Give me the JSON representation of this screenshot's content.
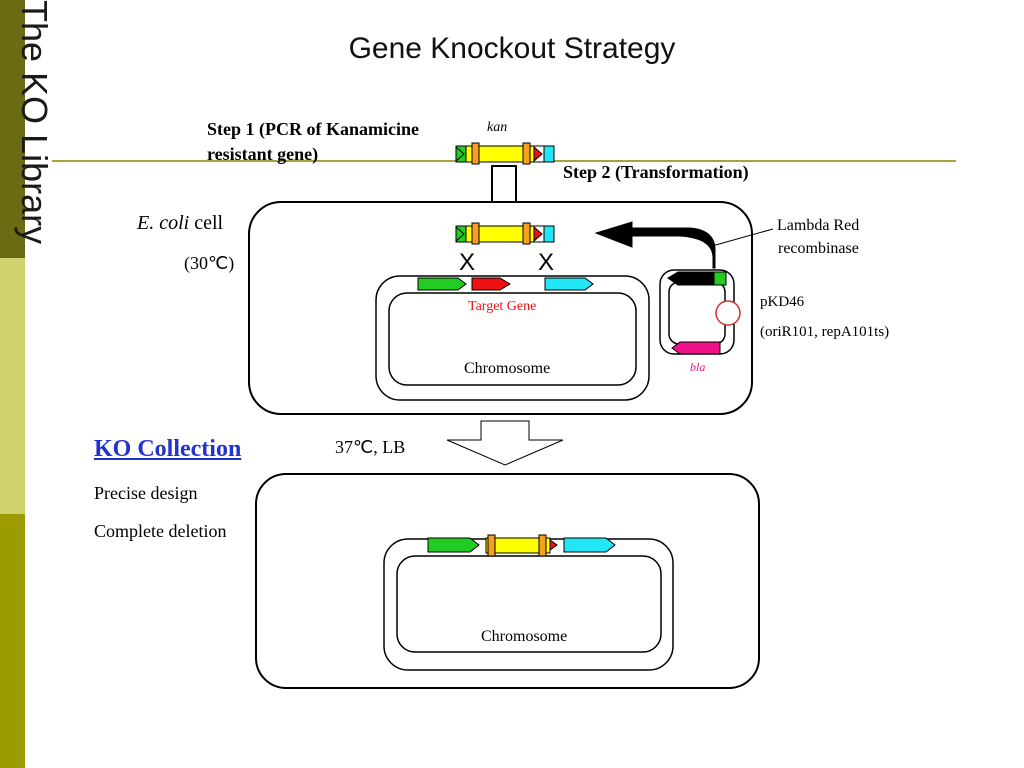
{
  "slide": {
    "side_title": "The KO Library",
    "title": "Gene Knockout Strategy"
  },
  "step1": {
    "line1": "Step 1 (PCR of Kanamicine",
    "line2": "resistant gene)"
  },
  "step2": "Step 2 (Transformation)",
  "kan_label": "kan",
  "ecoli": {
    "italic": "E. coli",
    "rest": " cell",
    "temp": "(30℃)"
  },
  "lambda": {
    "line1": "Lambda Red",
    "line2": "recombinase"
  },
  "plasmid": {
    "name": "pKD46",
    "detail": "(oriR101, repA101ts)",
    "bla": "bla"
  },
  "target_gene": "Target Gene",
  "chromosome_top": "Chromosome",
  "chromosome_bottom": "Chromosome",
  "condition": "37℃, LB",
  "ko_collection": {
    "title": "KO Collection",
    "points": [
      "Precise design",
      "Complete deletion"
    ]
  },
  "crossover_mark": "X",
  "colors": {
    "sidebar_dark": "#6b6b14",
    "sidebar_light": "#cfd36f",
    "sidebar_mid": "#9c9c00",
    "rule": "#a8a23a",
    "kan_yellow": "#ffff00",
    "flank_green": "#22cc22",
    "flank_cyan": "#22e5f5",
    "target_red": "#ee1111",
    "frt_orange": "#f5a020",
    "bla_pink": "#ee1188",
    "ko_blue": "#2233cc"
  }
}
